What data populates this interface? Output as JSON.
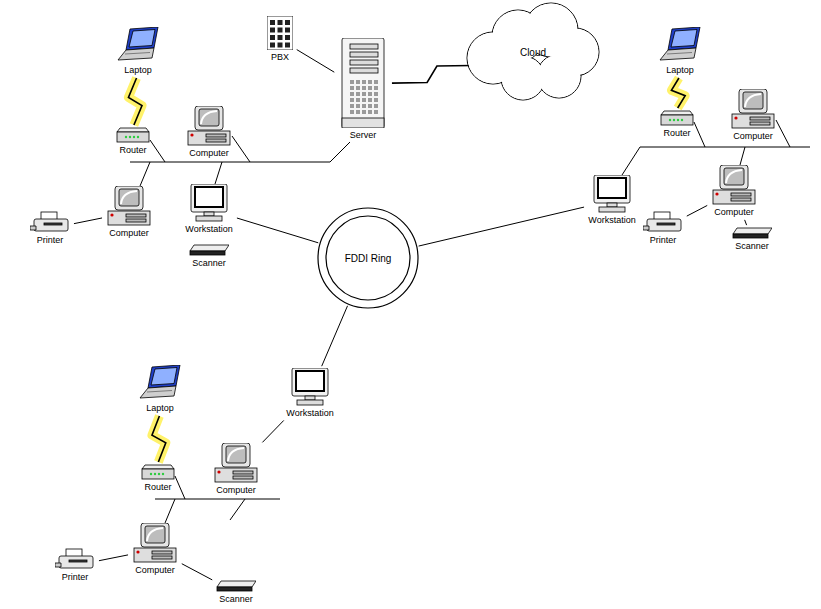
{
  "diagram": {
    "nodes": [
      {
        "text": [
          "PBX"
        ]
      },
      {
        "text": [
          "Server"
        ]
      },
      {
        "text": [
          "Cloud"
        ]
      },
      {
        "text": [
          "Laptop"
        ]
      },
      {
        "text": [
          "Router"
        ]
      },
      {
        "text": [
          "Computer"
        ]
      },
      {
        "text": [
          "Computer"
        ]
      },
      {
        "text": [
          "Printer"
        ]
      },
      {
        "text": [
          "Workstation"
        ]
      },
      {
        "text": [
          "Scanner"
        ]
      },
      {
        "text": [
          "Laptop"
        ]
      },
      {
        "text": [
          "Router"
        ]
      },
      {
        "text": [
          "Computer"
        ]
      },
      {
        "text": [
          "Workstation"
        ]
      },
      {
        "text": [
          "Printer"
        ]
      },
      {
        "text": [
          "Computer"
        ]
      },
      {
        "text": [
          "Scanner"
        ]
      },
      {
        "text": [
          "FDDI Ring"
        ]
      },
      {
        "text": [
          "Laptop"
        ]
      },
      {
        "text": [
          "Router"
        ]
      },
      {
        "text": [
          "Computer"
        ]
      },
      {
        "text": [
          "Workstation"
        ]
      },
      {
        "text": [
          "Printer"
        ]
      },
      {
        "text": [
          "Computer"
        ]
      },
      {
        "text": [
          "Scanner"
        ]
      }
    ],
    "edges": [
      {
        "from": 1,
        "to": 0,
        "arrow": "none"
      },
      {
        "from": 1,
        "to": 2,
        "arrow": "none"
      },
      {
        "from": 3,
        "to": 4,
        "arrow": "none"
      },
      {
        "from": 10,
        "to": 11,
        "arrow": "none"
      },
      {
        "from": 18,
        "to": 19,
        "arrow": "none"
      },
      {
        "from": 8,
        "to": 17,
        "arrow": "none"
      },
      {
        "from": 13,
        "to": 17,
        "arrow": "none"
      },
      {
        "from": 21,
        "to": 17,
        "arrow": "none"
      },
      {
        "from": 21,
        "to": 20,
        "arrow": "none"
      },
      {
        "from": 7,
        "to": 6,
        "arrow": "none"
      },
      {
        "from": 14,
        "to": 15,
        "arrow": "none"
      },
      {
        "from": 22,
        "to": 23,
        "arrow": "none"
      },
      {
        "from": 16,
        "to": 15,
        "arrow": "none"
      },
      {
        "from": 24,
        "to": 23,
        "arrow": "none"
      }
    ]
  }
}
